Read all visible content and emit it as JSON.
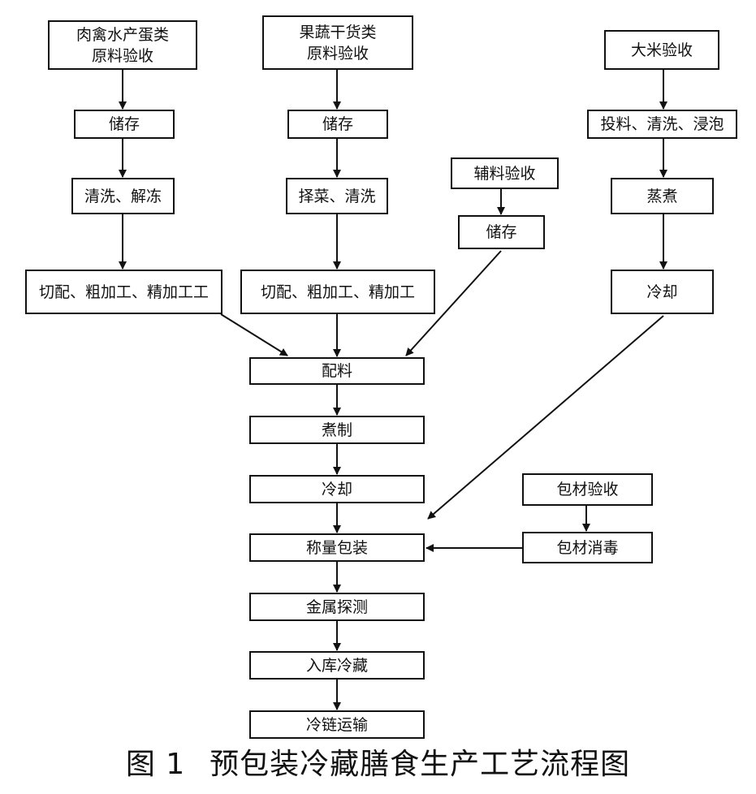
{
  "diagram": {
    "nodes": {
      "meat_receiving": "肉禽水产蛋类\n原料验收",
      "veg_receiving": "果蔬干货类\n原料验收",
      "rice_receiving": "大米验收",
      "meat_storage": "储存",
      "veg_storage": "储存",
      "rice_prep": "投料、清洗、浸泡",
      "aux_receiving": "辅料验收",
      "meat_wash": "清洗、解冻",
      "veg_wash": "择菜、清洗",
      "rice_cook": "蒸煮",
      "aux_storage": "储存",
      "meat_cut": "切配、粗加工、精加工工",
      "veg_cut": "切配、粗加工、精加工",
      "rice_cool": "冷却",
      "batching": "配料",
      "cooking": "煮制",
      "cooling": "冷却",
      "pack_receiving": "包材验收",
      "weigh_pack": "称量包装",
      "pack_disinfect": "包材消毒",
      "metal_detect": "金属探测",
      "cold_storage": "入库冷藏",
      "cold_chain": "冷链运输"
    },
    "edges": [
      [
        "meat_receiving",
        "meat_storage"
      ],
      [
        "meat_storage",
        "meat_wash"
      ],
      [
        "meat_wash",
        "meat_cut"
      ],
      [
        "meat_cut",
        "batching"
      ],
      [
        "veg_receiving",
        "veg_storage"
      ],
      [
        "veg_storage",
        "veg_wash"
      ],
      [
        "veg_wash",
        "veg_cut"
      ],
      [
        "veg_cut",
        "batching"
      ],
      [
        "aux_receiving",
        "aux_storage"
      ],
      [
        "aux_storage",
        "batching"
      ],
      [
        "rice_receiving",
        "rice_prep"
      ],
      [
        "rice_prep",
        "rice_cook"
      ],
      [
        "rice_cook",
        "rice_cool"
      ],
      [
        "rice_cool",
        "weigh_pack"
      ],
      [
        "batching",
        "cooking"
      ],
      [
        "cooking",
        "cooling"
      ],
      [
        "cooling",
        "weigh_pack"
      ],
      [
        "pack_receiving",
        "pack_disinfect"
      ],
      [
        "pack_disinfect",
        "weigh_pack"
      ],
      [
        "weigh_pack",
        "metal_detect"
      ],
      [
        "metal_detect",
        "cold_storage"
      ],
      [
        "cold_storage",
        "cold_chain"
      ]
    ]
  },
  "caption": {
    "number": "图 1",
    "title": "预包装冷藏膳食生产工艺流程图"
  }
}
